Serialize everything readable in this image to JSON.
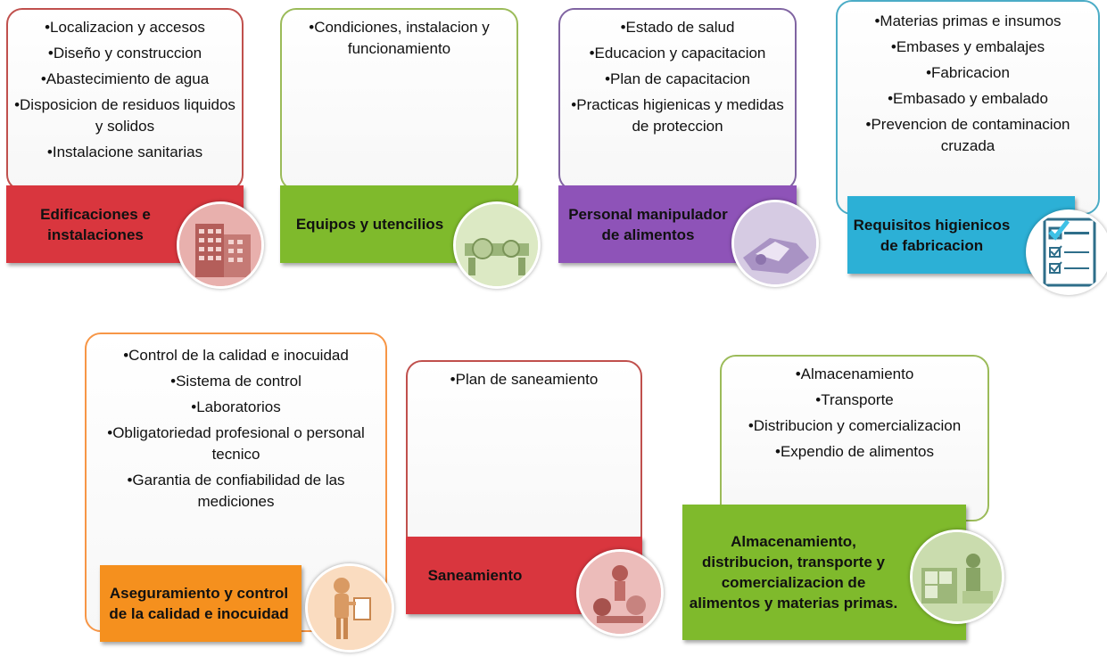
{
  "cards": [
    {
      "id": "edificaciones",
      "items": [
        "Localizacion y accesos",
        "Diseño y construccion",
        "Abastecimiento de agua",
        "Disposicion de residuos liquidos y solidos",
        "Instalacione sanitarias"
      ],
      "title": "Edificaciones e instalaciones",
      "icon": "building-icon",
      "border_color": "#c0504d",
      "label_color": "#d9363e"
    },
    {
      "id": "equipos",
      "items": [
        "Condiciones, instalacion y funcionamiento"
      ],
      "title": "Equipos y utencilios",
      "icon": "machinery-icon",
      "border_color": "#9bbb59",
      "label_color": "#7fba2c"
    },
    {
      "id": "personal",
      "items": [
        "Estado de salud",
        "Educacion y capacitacion",
        "Plan de capacitacion",
        "Practicas higienicas y medidas de proteccion"
      ],
      "title": "Personal manipulador de alimentos",
      "icon": "hands-icon",
      "border_color": "#8064a2",
      "label_color": "#8e53b8"
    },
    {
      "id": "requisitos",
      "items": [
        "Materias primas e insumos",
        "Embases y embalajes",
        "Fabricacion",
        "Embasado y embalado",
        "Prevencion de contaminacion cruzada"
      ],
      "title": "Requisitos higienicos de fabricacion",
      "icon": "checklist-icon",
      "border_color": "#4bacc6",
      "label_color": "#2cb0d6"
    },
    {
      "id": "aseguramiento",
      "items": [
        "Control de la calidad e inocuidad",
        "Sistema de control",
        "Laboratorios",
        "Obligatoriedad profesional o personal tecnico",
        "Garantia de confiabilidad de las mediciones"
      ],
      "title": "Aseguramiento y control de la calidad e inocuidad",
      "icon": "inspector-figure-icon",
      "border_color": "#f79646",
      "label_color": "#f5901e"
    },
    {
      "id": "saneamiento",
      "items": [
        "Plan de saneamiento"
      ],
      "title": "Saneamiento",
      "icon": "sanitation-icon",
      "border_color": "#c0504d",
      "label_color": "#d9363e"
    },
    {
      "id": "almacenamiento",
      "items": [
        "Almacenamiento",
        "Transporte",
        "Distribucion y comercializacion",
        "Expendio de alimentos"
      ],
      "title": "Almacenamiento, distribucion, transporte y comercializacion de alimentos y materias primas.",
      "icon": "warehouse-icon",
      "border_color": "#9bbb59",
      "label_color": "#7fba2c"
    }
  ]
}
